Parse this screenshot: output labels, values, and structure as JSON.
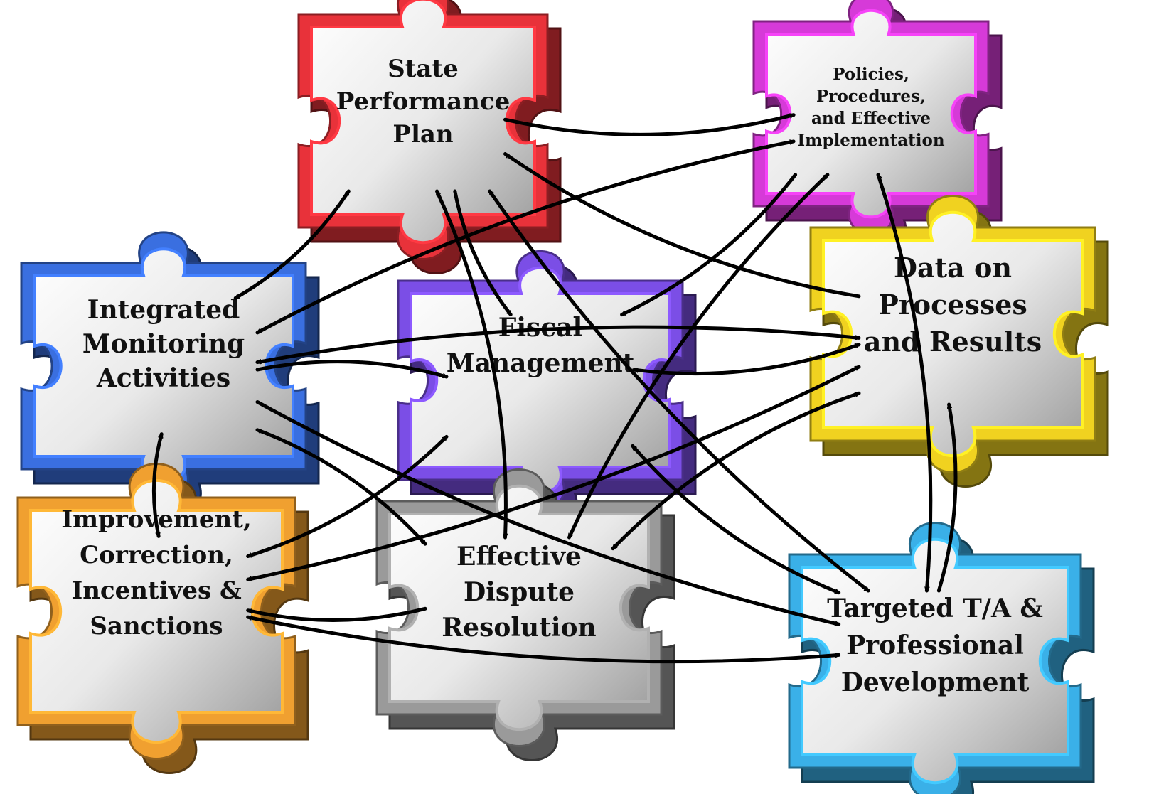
{
  "diagram": {
    "pieces": [
      {
        "id": "state-performance-plan",
        "lines": [
          "State",
          "Performance",
          "Plan"
        ],
        "color": "#e8323a"
      },
      {
        "id": "policies-procedures",
        "lines": [
          "Policies,",
          "Procedures,",
          "and Effective",
          "Implementation"
        ],
        "color": "#d63ad8"
      },
      {
        "id": "integrated-monitoring",
        "lines": [
          "Integrated",
          "Monitoring",
          "Activities"
        ],
        "color": "#3a6fe0"
      },
      {
        "id": "fiscal-management",
        "lines": [
          "Fiscal",
          "Management"
        ],
        "color": "#7b4ee6"
      },
      {
        "id": "data-processes-results",
        "lines": [
          "Data on",
          "Processes",
          "and Results"
        ],
        "color": "#f0d220"
      },
      {
        "id": "improvement-correction",
        "lines": [
          "Improvement,",
          "Correction,",
          "Incentives &",
          "Sanctions"
        ],
        "color": "#f0a030"
      },
      {
        "id": "effective-dispute",
        "lines": [
          "Effective",
          "Dispute",
          "Resolution"
        ],
        "color": "#9a9a9a"
      },
      {
        "id": "targeted-ta",
        "lines": [
          "Targeted T/A &",
          "Professional",
          "Development"
        ],
        "color": "#3ab0e8"
      }
    ],
    "connectors": [
      {
        "from": "state-performance-plan",
        "to": "policies-procedures",
        "direction": "forward"
      },
      {
        "from": "state-performance-plan",
        "to": "integrated-monitoring",
        "direction": "both"
      },
      {
        "from": "state-performance-plan",
        "to": "fiscal-management",
        "direction": "forward"
      },
      {
        "from": "state-performance-plan",
        "to": "effective-dispute",
        "direction": "both"
      },
      {
        "from": "state-performance-plan",
        "to": "targeted-ta",
        "direction": "both"
      },
      {
        "from": "data-processes-results",
        "to": "state-performance-plan",
        "direction": "forward"
      },
      {
        "from": "policies-procedures",
        "to": "integrated-monitoring",
        "direction": "both"
      },
      {
        "from": "policies-procedures",
        "to": "fiscal-management",
        "direction": "forward"
      },
      {
        "from": "policies-procedures",
        "to": "effective-dispute",
        "direction": "both"
      },
      {
        "from": "policies-procedures",
        "to": "targeted-ta",
        "direction": "both"
      },
      {
        "from": "data-processes-results",
        "to": "integrated-monitoring",
        "direction": "both"
      },
      {
        "from": "data-processes-results",
        "to": "improvement-correction",
        "direction": "both"
      },
      {
        "from": "data-processes-results",
        "to": "effective-dispute",
        "direction": "both"
      },
      {
        "from": "data-processes-results",
        "to": "fiscal-management",
        "direction": "both"
      },
      {
        "from": "targeted-ta",
        "to": "data-processes-results",
        "direction": "forward"
      },
      {
        "from": "integrated-monitoring",
        "to": "fiscal-management",
        "direction": "forward"
      },
      {
        "from": "integrated-monitoring",
        "to": "improvement-correction",
        "direction": "both"
      },
      {
        "from": "integrated-monitoring",
        "to": "effective-dispute",
        "direction": "both"
      },
      {
        "from": "integrated-monitoring",
        "to": "targeted-ta",
        "direction": "forward"
      },
      {
        "from": "fiscal-management",
        "to": "improvement-correction",
        "direction": "both"
      },
      {
        "from": "fiscal-management",
        "to": "targeted-ta",
        "direction": "both"
      },
      {
        "from": "effective-dispute",
        "to": "improvement-correction",
        "direction": "forward"
      },
      {
        "from": "improvement-correction",
        "to": "targeted-ta",
        "direction": "both"
      }
    ]
  }
}
